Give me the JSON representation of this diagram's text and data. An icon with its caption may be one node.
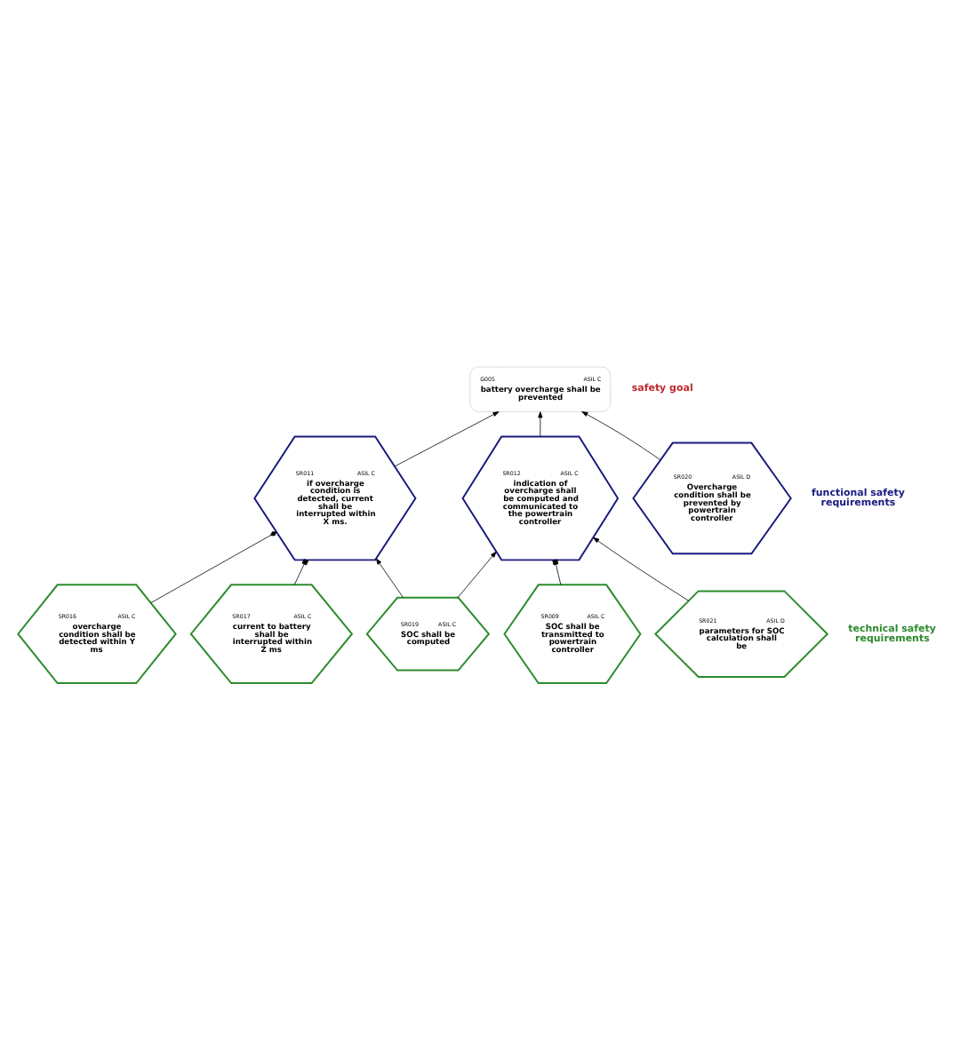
{
  "diagram": {
    "nodes": [
      {
        "text": [
          "G005",
          "ASIL C",
          "battery overcharge shall be prevented"
        ]
      },
      {
        "text": [
          "SR011",
          "ASIL C",
          "if overcharge condition is detected, current shall be interrupted within X ms."
        ]
      },
      {
        "text": [
          "SR012",
          "ASIL C",
          "indication of overcharge shall be computed and communicated to the powertrain controller"
        ]
      },
      {
        "text": [
          "SR020",
          "ASIL D",
          "Overcharge condition shall be prevented by powertrain controller"
        ]
      },
      {
        "text": [
          "SR009",
          "ASIL C",
          "SOC shall be transmitted to powertrain controller"
        ]
      },
      {
        "text": [
          "SR019",
          "ASIL C",
          "SOC shall be computed"
        ]
      },
      {
        "text": [
          "SR016",
          "ASIL C",
          "overcharge condition shall be detected within Y ms"
        ]
      },
      {
        "text": [
          "SR017",
          "ASIL C",
          "current to battery shall be interrupted within Z ms"
        ]
      },
      {
        "text": [
          "SR021",
          "ASIL D",
          "parameters for SOC calculation shall be"
        ]
      }
    ],
    "edges": [
      {
        "from": 1,
        "to": 0,
        "arrow": "to"
      },
      {
        "from": 2,
        "to": 0,
        "arrow": "to"
      },
      {
        "from": 3,
        "to": 0,
        "arrow": "to"
      },
      {
        "from": 6,
        "to": 1,
        "arrow": "other"
      },
      {
        "from": 7,
        "to": 1,
        "arrow": "other"
      },
      {
        "from": 5,
        "to": 1,
        "arrow": "to"
      },
      {
        "from": 5,
        "to": 2,
        "arrow": "to"
      },
      {
        "from": 8,
        "to": 2,
        "arrow": "to"
      },
      {
        "from": 4,
        "to": 2,
        "arrow": "other"
      }
    ],
    "labels": [
      "safety goal",
      "functional safety requirements",
      "technical safety requirements"
    ]
  }
}
